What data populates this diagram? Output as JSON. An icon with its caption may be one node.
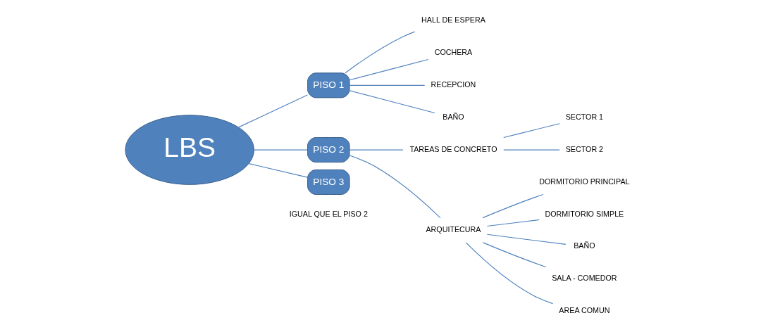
{
  "diagram": {
    "nodes": [
      {
        "text": [
          "LBS"
        ]
      },
      {
        "text": [
          "PISO 1"
        ]
      },
      {
        "text": [
          "PISO 2"
        ]
      },
      {
        "text": [
          "PISO 3"
        ],
        "beside": [
          "IGUAL QUE EL PISO 2"
        ]
      },
      {
        "text": [
          "HALL DE ESPERA"
        ]
      },
      {
        "text": [
          "COCHERA"
        ]
      },
      {
        "text": [
          "RECEPCION"
        ]
      },
      {
        "text": [
          "BAÑO"
        ]
      },
      {
        "text": [
          "TAREAS DE CONCRETO"
        ]
      },
      {
        "text": [
          "ARQUITECURA"
        ]
      },
      {
        "text": [
          "SECTOR 1"
        ]
      },
      {
        "text": [
          "SECTOR 2"
        ]
      },
      {
        "text": [
          "DORMITORIO PRINCIPAL"
        ]
      },
      {
        "text": [
          "DORMITORIO SIMPLE"
        ]
      },
      {
        "text": [
          "BAÑO"
        ]
      },
      {
        "text": [
          "SALA - COMEDOR"
        ]
      },
      {
        "text": [
          "AREA COMUN"
        ]
      }
    ],
    "edges": [
      {
        "from": 0,
        "to": 1,
        "arrow": "none"
      },
      {
        "from": 0,
        "to": 2,
        "arrow": "none"
      },
      {
        "from": 0,
        "to": 3,
        "arrow": "none"
      },
      {
        "from": 1,
        "to": 4,
        "arrow": "none"
      },
      {
        "from": 1,
        "to": 5,
        "arrow": "none"
      },
      {
        "from": 1,
        "to": 6,
        "arrow": "none"
      },
      {
        "from": 1,
        "to": 7,
        "arrow": "none"
      },
      {
        "from": 2,
        "to": 8,
        "arrow": "none"
      },
      {
        "from": 2,
        "to": 9,
        "arrow": "none"
      },
      {
        "from": 8,
        "to": 10,
        "arrow": "none"
      },
      {
        "from": 8,
        "to": 11,
        "arrow": "none"
      },
      {
        "from": 9,
        "to": 12,
        "arrow": "none"
      },
      {
        "from": 9,
        "to": 13,
        "arrow": "none"
      },
      {
        "from": 9,
        "to": 14,
        "arrow": "none"
      },
      {
        "from": 9,
        "to": 15,
        "arrow": "none"
      },
      {
        "from": 9,
        "to": 16,
        "arrow": "none"
      }
    ]
  }
}
